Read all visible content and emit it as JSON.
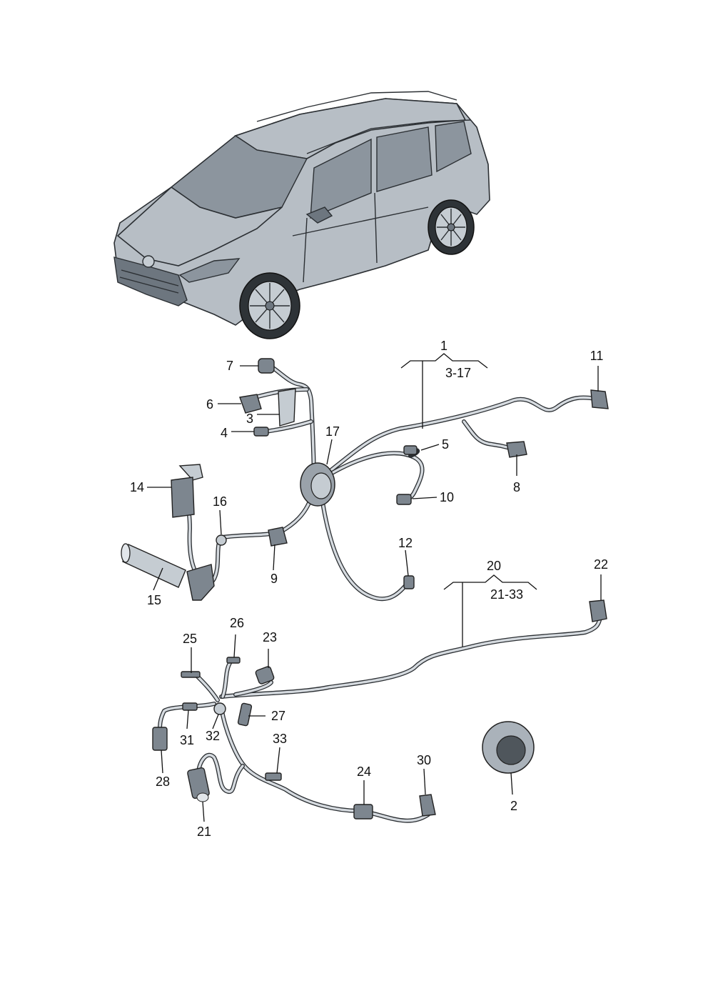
{
  "callouts": [
    {
      "id": "1",
      "text": "1"
    },
    {
      "id": "1-range",
      "text": "3-17"
    },
    {
      "id": "2",
      "text": "2"
    },
    {
      "id": "3",
      "text": "3"
    },
    {
      "id": "4",
      "text": "4"
    },
    {
      "id": "5",
      "text": "5"
    },
    {
      "id": "6",
      "text": "6"
    },
    {
      "id": "7",
      "text": "7"
    },
    {
      "id": "8",
      "text": "8"
    },
    {
      "id": "9",
      "text": "9"
    },
    {
      "id": "10",
      "text": "10"
    },
    {
      "id": "11",
      "text": "11"
    },
    {
      "id": "12",
      "text": "12"
    },
    {
      "id": "14",
      "text": "14"
    },
    {
      "id": "15",
      "text": "15"
    },
    {
      "id": "16",
      "text": "16"
    },
    {
      "id": "17",
      "text": "17"
    },
    {
      "id": "20",
      "text": "20"
    },
    {
      "id": "20-range",
      "text": "21-33"
    },
    {
      "id": "21",
      "text": "21"
    },
    {
      "id": "22",
      "text": "22"
    },
    {
      "id": "23",
      "text": "23"
    },
    {
      "id": "24",
      "text": "24"
    },
    {
      "id": "25",
      "text": "25"
    },
    {
      "id": "26",
      "text": "26"
    },
    {
      "id": "27",
      "text": "27"
    },
    {
      "id": "28",
      "text": "28"
    },
    {
      "id": "30",
      "text": "30"
    },
    {
      "id": "31",
      "text": "31"
    },
    {
      "id": "32",
      "text": "32"
    },
    {
      "id": "33",
      "text": "33"
    }
  ]
}
